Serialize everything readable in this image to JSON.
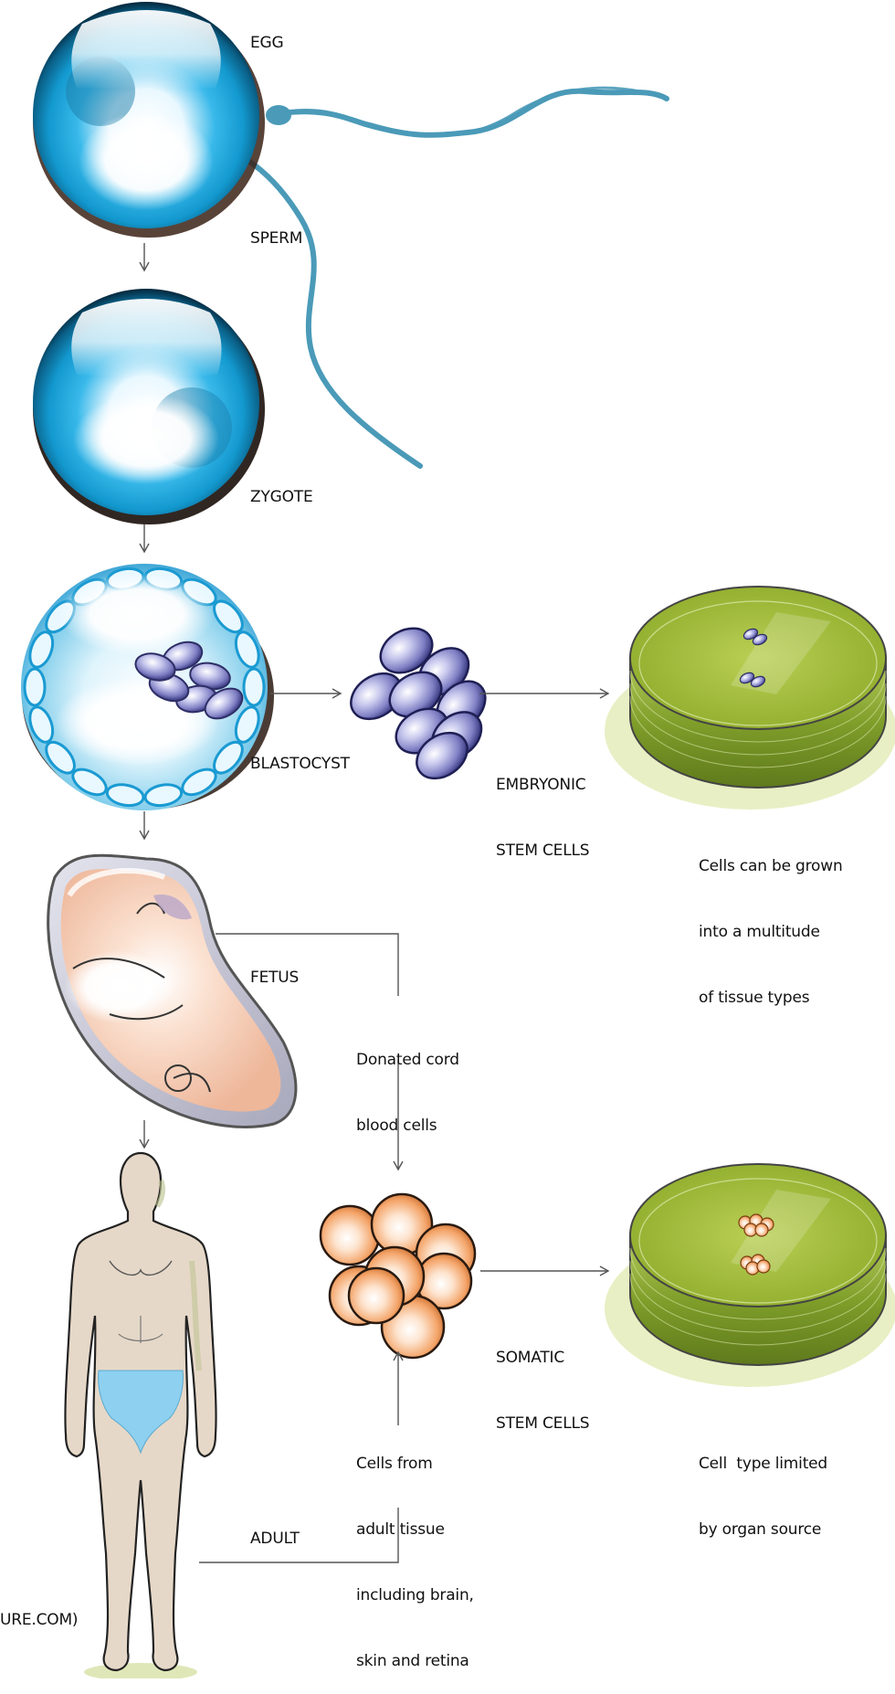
{
  "stages": {
    "egg": "EGG",
    "sperm": "SPERM",
    "zygote": "ZYGOTE",
    "blastocyst": "BLASTOCYST",
    "fetus": "FETUS",
    "adult": "ADULT"
  },
  "embryonic": {
    "line1": "EMBRYONIC",
    "line2": "STEM CELLS",
    "dish_caption": [
      "Cells can be grown",
      "into a multitude",
      "of tissue types"
    ]
  },
  "somatic": {
    "line1": "SOMATIC",
    "line2": "STEM CELLS",
    "dish_caption": [
      "Cell  type limited",
      "by organ source"
    ]
  },
  "cord_blood": [
    "Donated cord",
    "blood cells"
  ],
  "adult_tissue": [
    "Cells from",
    "adult tissue",
    "including brain,",
    "skin and retina"
  ],
  "credit": "URE.COM)",
  "colors": {
    "egg_blue": "#1aa6dc",
    "sperm": "#4a9ab8",
    "embryonic_cells": "#7f7fc4",
    "somatic_cells": "#f2a66c",
    "dish_green": "#8fae2c",
    "skin": "#e6d8c8",
    "underwear": "#8ed0f0",
    "arrows": "#555555"
  }
}
